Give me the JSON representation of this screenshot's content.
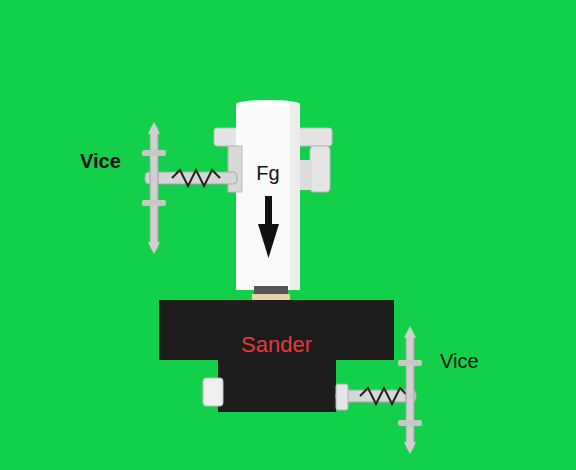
{
  "diagram": {
    "nodes": [
      {
        "text": [
          "Fg"
        ]
      },
      {
        "text": [
          "Sander"
        ]
      }
    ],
    "labels": [
      "Vice",
      "Vice"
    ]
  }
}
